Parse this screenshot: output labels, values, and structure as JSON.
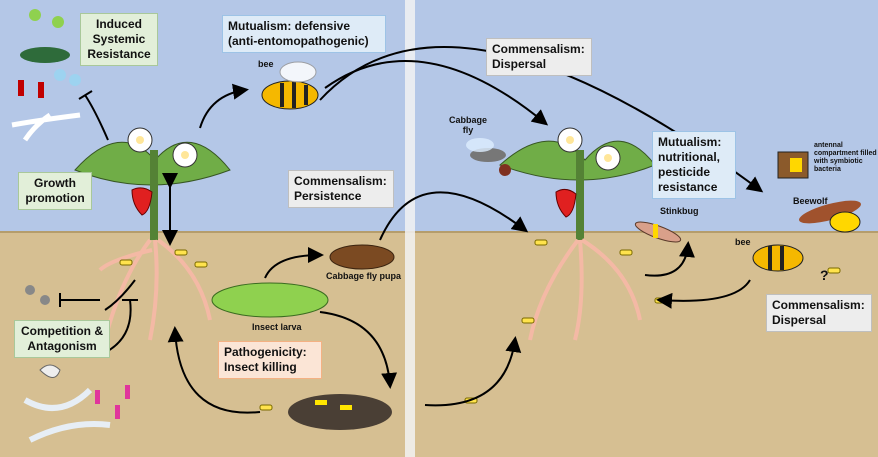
{
  "colors": {
    "sky": "#b4c7e7",
    "soil": "#d6bf92",
    "divider": "#f2f2f2"
  },
  "boxes": {
    "isr": "Induced Systemic Resistance",
    "growth": "Growth promotion",
    "competition": "Competition & Antagonism",
    "mutualism_defensive": "Mutualism: defensive (anti-entomopathogenic)",
    "persistence": "Commensalism: Persistence",
    "pathogenicity": "Pathogenicity: Insect killing",
    "dispersal_top": "Commensalism: Dispersal",
    "mutualism_nutritional": "Mutualism: nutritional, pesticide resistance",
    "dispersal_bottom": "Commensalism: Dispersal"
  },
  "labels": {
    "bee_top": "bee",
    "cabbage_fly": "Cabbage fly",
    "stinkbug": "Stinkbug",
    "beewolf": "Beewolf",
    "antennal": "antennal compartment filled with symbiotic bacteria",
    "pupa": "Cabbage fly pupa",
    "larva": "Insect larva",
    "bee_ground": "bee",
    "question": "?"
  }
}
